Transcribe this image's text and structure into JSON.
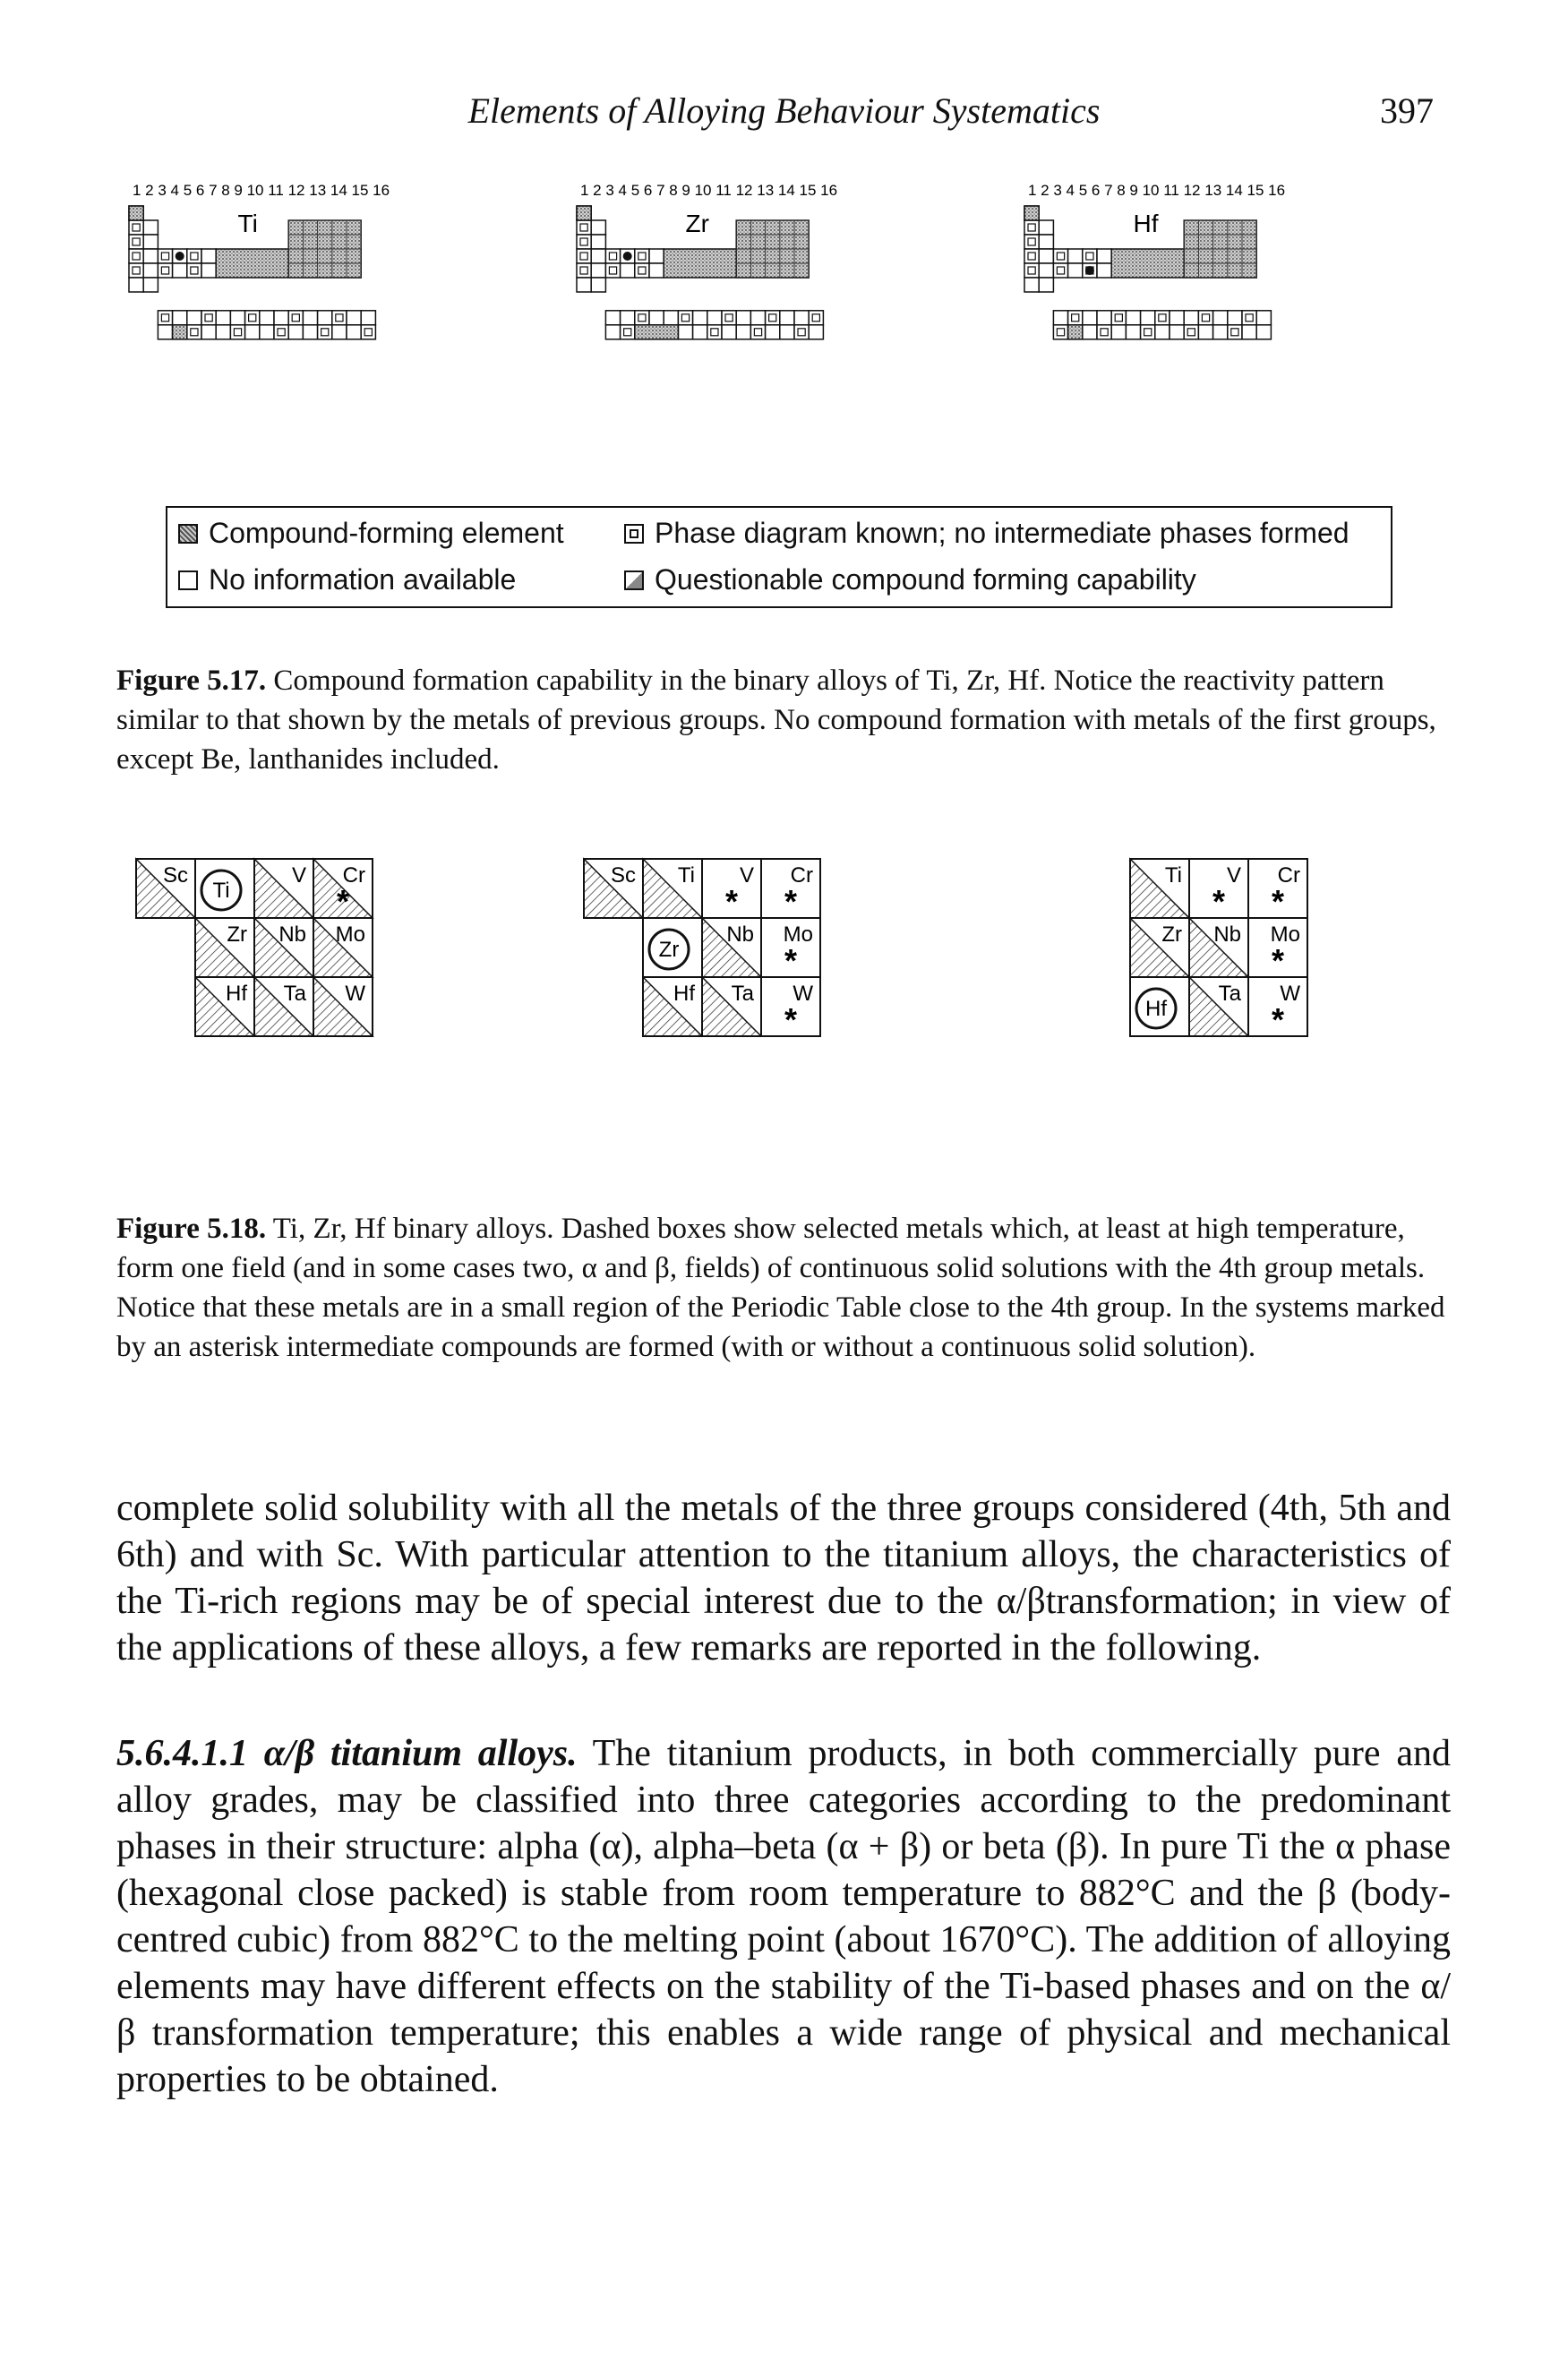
{
  "header": {
    "running_title": "Elements of Alloying Behaviour Systematics",
    "page_number": "397"
  },
  "figure_517": {
    "column_numbers": "1 2 3 4 5 6 7 8 9 10 11 12 13 14 15 16",
    "tables": [
      {
        "element": "Ti"
      },
      {
        "element": "Zr"
      },
      {
        "element": "Hf"
      }
    ],
    "legend": {
      "compound": "Compound-forming element",
      "known": "Phase diagram known; no intermediate phases formed",
      "noinfo": "No information available",
      "questionable": "Questionable compound forming capability"
    },
    "caption_label": "Figure 5.17.",
    "caption_text": "Compound formation capability in the binary alloys of Ti, Zr, Hf. Notice the reactivity pattern similar to that shown by the metals of previous groups. No compound formation with metals of the first groups, except Be, lanthanides included."
  },
  "figure_518": {
    "panels": [
      {
        "name": "ti",
        "row1": [
          "Sc",
          "Ti",
          "V",
          "Cr"
        ],
        "row2": [
          "Zr",
          "Nb",
          "Mo"
        ],
        "row3": [
          "Hf",
          "Ta",
          "W"
        ]
      },
      {
        "name": "zr",
        "row1": [
          "Sc",
          "Ti",
          "V",
          "Cr"
        ],
        "row2": [
          "Zr",
          "Nb",
          "Mo"
        ],
        "row3": [
          "Hf",
          "Ta",
          "W"
        ]
      },
      {
        "name": "hf",
        "row1": [
          "Ti",
          "V",
          "Cr"
        ],
        "row2": [
          "Zr",
          "Nb",
          "Mo"
        ],
        "row3": [
          "Hf",
          "Ta",
          "W"
        ]
      }
    ],
    "asterisk": "*",
    "caption_label": "Figure 5.18.",
    "caption_text": "Ti, Zr, Hf binary alloys. Dashed boxes show selected metals which, at least at high temperature, form one field (and in some cases two, α and β, fields) of continuous solid solutions with the 4th group metals. Notice that these metals are in a small region of the Periodic Table close to the 4th group. In the systems marked by an asterisk intermediate compounds are formed (with or without a continuous solid solution)."
  },
  "body": {
    "paragraph1": "complete solid solubility with all the metals of the three groups considered (4th, 5th and 6th) and with Sc. With particular attention to the titanium alloys, the characteristics of the Ti-rich regions may be of special interest due to the α/βtransformation; in view of the applications of these alloys, a few remarks are reported in the following.",
    "section_heading": "5.6.4.1.1 α/β titanium alloys.",
    "paragraph2": "The titanium products, in both commercially pure and alloy grades, may be classified into three categories according to the predominant phases in their structure: alpha (α), alpha–beta (α + β) or beta (β). In pure Ti the α phase (hexagonal close packed) is stable from room temperature to 882°C and the β (body-centred cubic) from 882°C to the melting point (about 1670°C). The addition of alloying elements may have different effects on the stability of the Ti-based phases and on the α/β transformation temperature; this enables a wide range of physical and mechanical properties to be obtained."
  }
}
